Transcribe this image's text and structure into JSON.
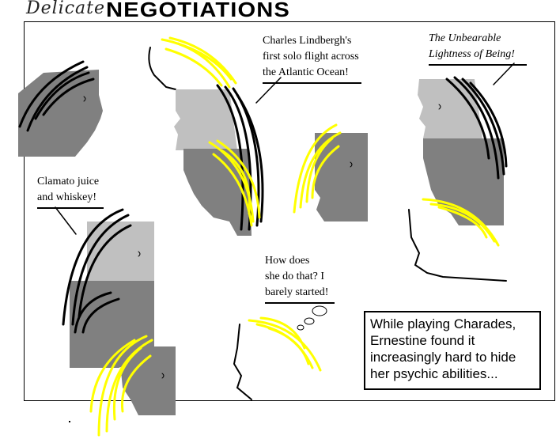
{
  "title": {
    "script": "Delicate",
    "main": "NEGOTIATIONS"
  },
  "bubbles": {
    "lindbergh": [
      "Charles Lindbergh's",
      "first solo flight across",
      "the Atlantic Ocean!"
    ],
    "unbearable": [
      "The Unbearable",
      "Lightness of Being!"
    ],
    "clamato": [
      "Clamato juice",
      "and whiskey!"
    ],
    "ernestine": [
      "How does",
      "she do that? I",
      "barely started!"
    ]
  },
  "caption": [
    "While playing Charades,",
    "Ernestine found it",
    "increasingly hard to hide",
    "her psychic abilities..."
  ],
  "colors": {
    "dark_head": "#808080",
    "light_head": "#c0c0c0",
    "hair_yellow": "#ffff00",
    "ink": "#000000"
  }
}
